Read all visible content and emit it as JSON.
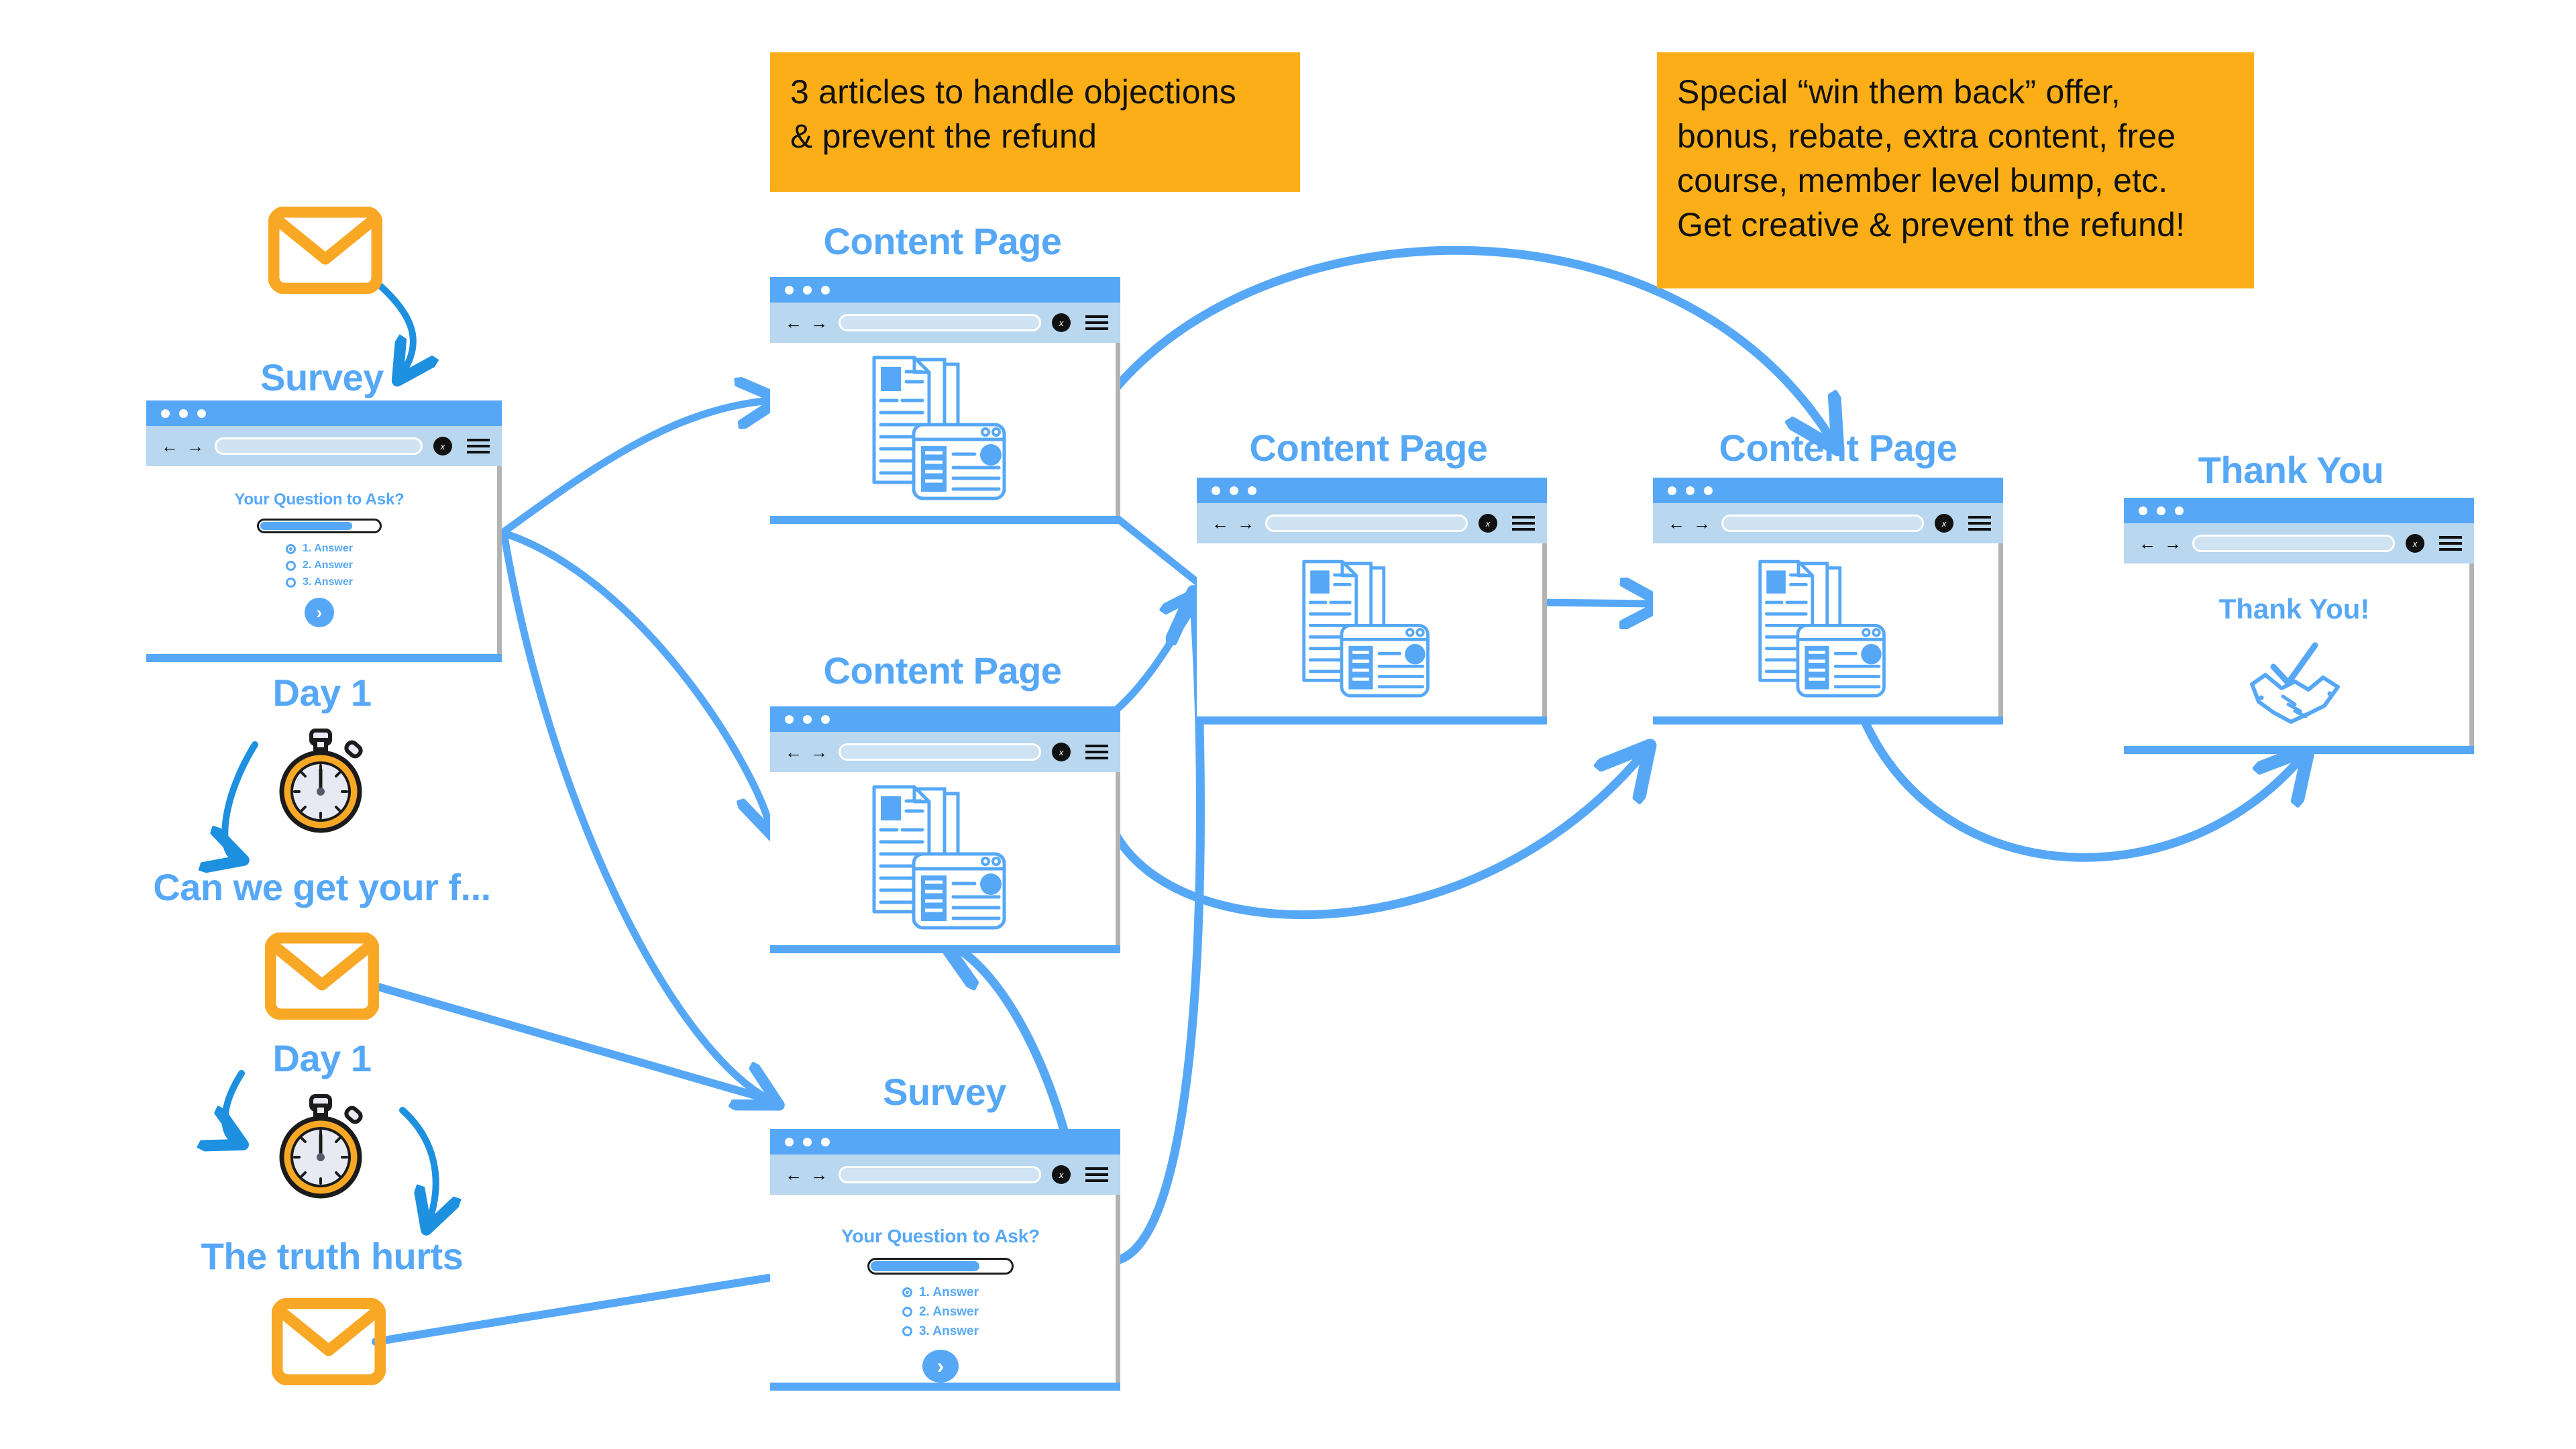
{
  "notes": [
    {
      "id": "note-articles",
      "text": "3 articles to handle objections\n& prevent the refund"
    },
    {
      "id": "note-winback",
      "text": "Special “win them back” offer,\nbonus, rebate, extra content, free\ncourse, member level bump, etc.\nGet creative & prevent the refund!"
    }
  ],
  "captions": {
    "survey_top": "Survey",
    "survey_bottom": "Survey",
    "content_page_1": "Content Page",
    "content_page_2": "Content Page",
    "content_page_3": "Content Page",
    "content_page_4": "Content Page",
    "thank_you": "Thank You",
    "day_1_a": "Day 1",
    "day_1_b": "Day 1",
    "email_1_label": "Can we get your f...",
    "email_2_label": "The truth hurts"
  },
  "survey": {
    "question": "Your Question to Ask?",
    "answers": [
      {
        "label": "1. Answer",
        "selected": true
      },
      {
        "label": "2. Answer",
        "selected": false
      },
      {
        "label": "3. Answer",
        "selected": false
      }
    ],
    "next_glyph": "›"
  },
  "thank_you_page": {
    "heading": "Thank You!"
  },
  "browser_chrome": {
    "back_glyph": "←",
    "forward_glyph": "→",
    "close_glyph": "x",
    "url_value": ""
  },
  "colors": {
    "accent_blue": "#56A8F7",
    "arrow_blue": "#56A8F7",
    "arrow_blue_dark": "#1E90E0",
    "note_orange": "#FBAE17",
    "envelope_orange": "#F9A826",
    "chrome_toolbar": "#B9D7EE",
    "scrollbar_grey": "#B3B3B3",
    "text_dark": "#111111"
  }
}
